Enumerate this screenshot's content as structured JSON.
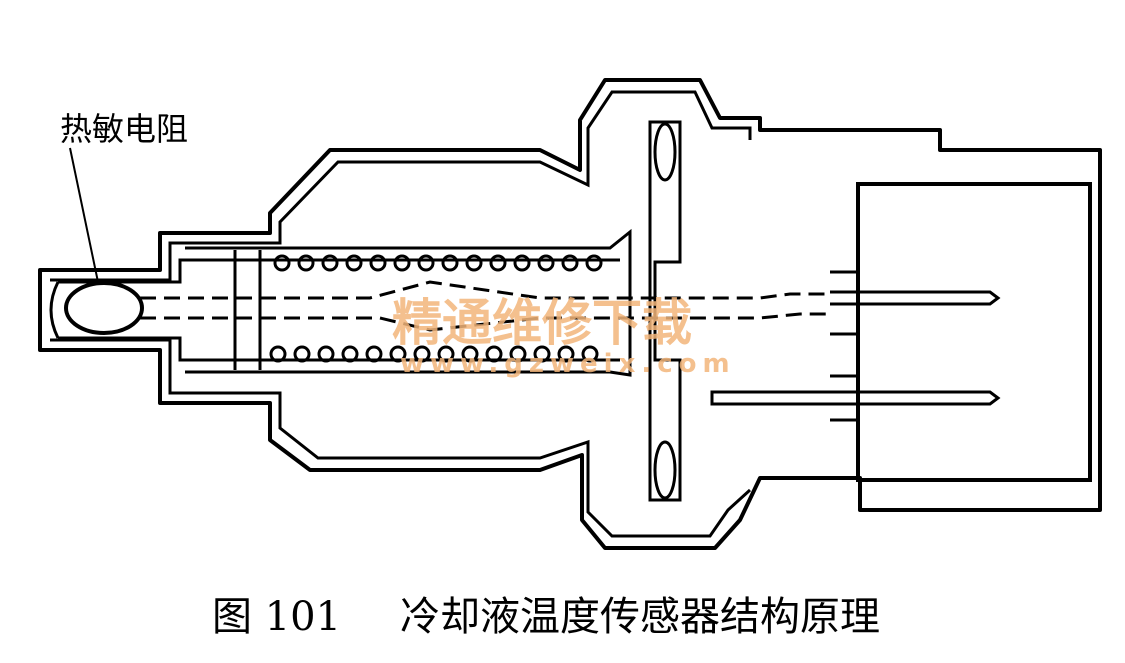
{
  "figure": {
    "label_thermistor": "热敏电阻",
    "caption_number": "图 101",
    "caption_title": "冷却液温度传感器结构原理"
  },
  "watermark": {
    "text_cn": "精通维修下载",
    "text_url": "www.gzweix.com",
    "color": "#f2b57a"
  },
  "colors": {
    "line": "#000000",
    "background": "#ffffff"
  }
}
